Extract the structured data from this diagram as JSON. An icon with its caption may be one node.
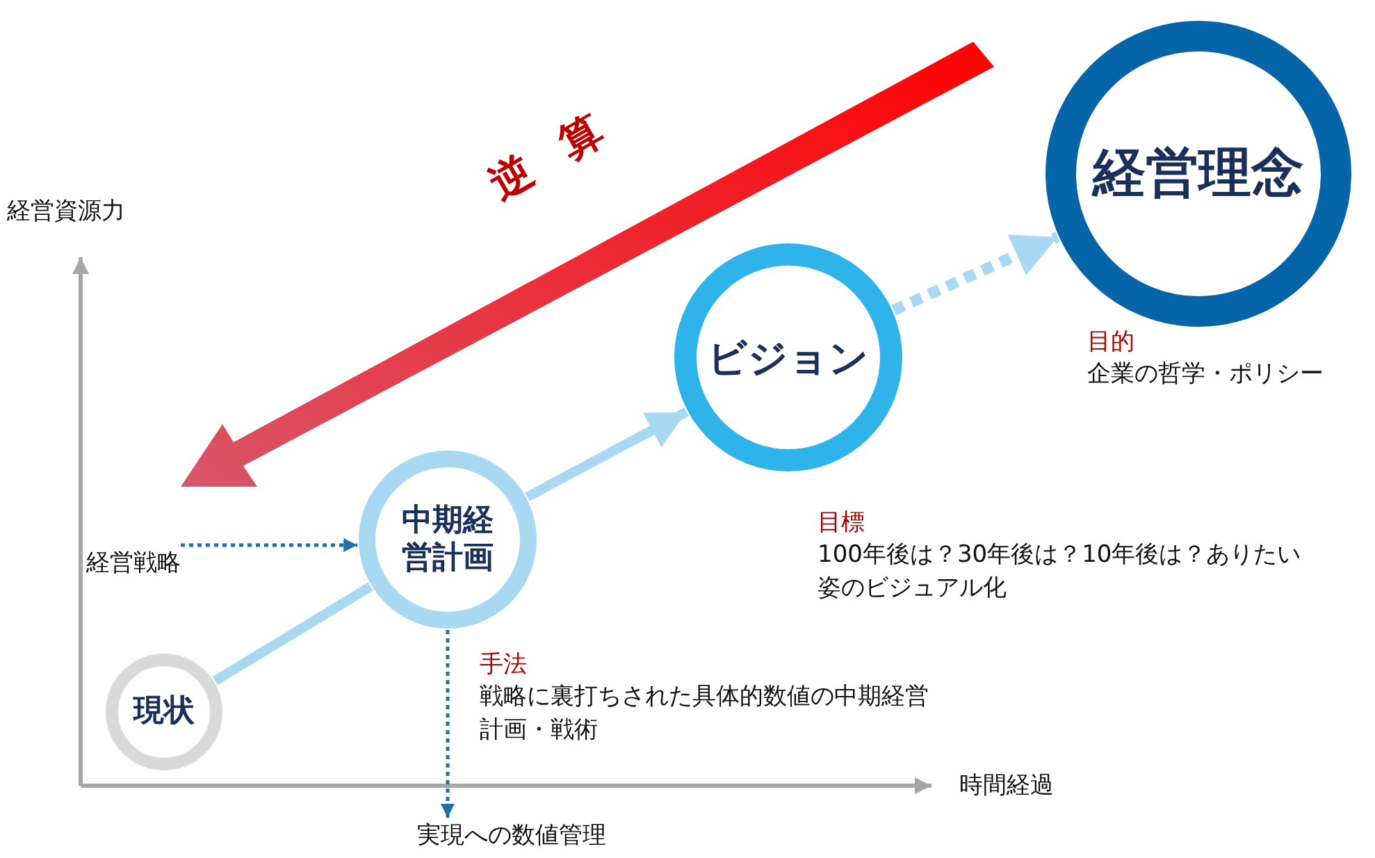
{
  "diagram": {
    "nodes": [
      {
        "text": [
          "現状"
        ]
      },
      {
        "text": [
          "中期経営計画"
        ],
        "beside": [
          "手法",
          "戦略に裏打ちされた具体的数値の中期経営計画・戦術"
        ]
      },
      {
        "text": [
          "ビジョン"
        ],
        "beside": [
          "目標",
          "100年後は？30年後は？10年後は？ありたい姿のビジュアル化"
        ]
      },
      {
        "text": [
          "経営理念"
        ],
        "beside": [
          "目的",
          "企業の哲学・ポリシー"
        ]
      },
      {
        "text": [
          "経営戦略"
        ]
      },
      {
        "text": [
          "実現への数値管理"
        ]
      }
    ],
    "edges": [
      {
        "from": 0,
        "to": 1,
        "arrow": "none"
      },
      {
        "from": 1,
        "to": 2,
        "arrow": "to"
      },
      {
        "from": 2,
        "to": 3,
        "arrow": "to",
        "style": "dashed"
      },
      {
        "from": 4,
        "to": 1,
        "arrow": "to",
        "style": "dashed",
        "color": "#1f6fa8"
      },
      {
        "from": 1,
        "to": 5,
        "arrow": "to",
        "style": "dashed",
        "color": "#1f6fa8"
      }
    ],
    "labels": [
      "逆算",
      "経営資源力",
      "時間経過"
    ]
  }
}
